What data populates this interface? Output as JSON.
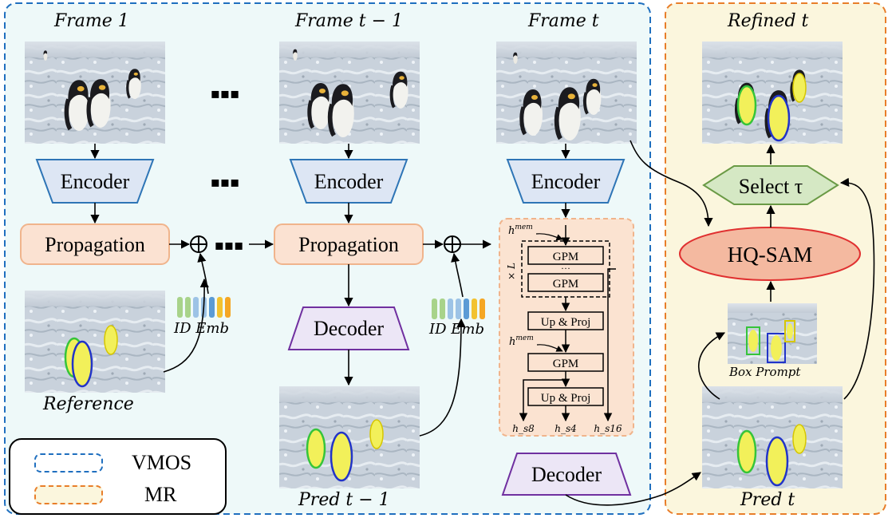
{
  "colors": {
    "vmos_border": "#1f6fbf",
    "vmos_fill": "#eef9f9",
    "mr_border": "#e87e2a",
    "mr_fill": "#fbf6dd",
    "encoder_fill": "#dde6f4",
    "encoder_stroke": "#2e75b6",
    "propagation_fill": "#fbe2d2",
    "propagation_stroke": "#f0b48c",
    "decoder_fill": "#ece6f6",
    "decoder_stroke": "#7030a0",
    "detail_fill": "#fbe3d1",
    "hqsam_fill": "#f4b9a0",
    "hqsam_stroke": "#e03030",
    "select_fill": "#d5e8c4",
    "select_stroke": "#6a9a45",
    "mask_yellow": "#f2f05a",
    "mask_green": "#36c43a",
    "mask_blue": "#2234c8",
    "id_emb": [
      "#a8d38a",
      "#a8d38a",
      "#9dc3e6",
      "#9dc3e6",
      "#5b9bd5",
      "#f2c230",
      "#f5a623"
    ]
  },
  "frame_labels": {
    "frame1": "Frame 1",
    "frame_t_minus_1": "Frame t − 1",
    "frame_t": "Frame t",
    "refined_t": "Refined t",
    "reference": "Reference",
    "pred_t_minus_1": "Pred t − 1",
    "pred_t": "Pred t",
    "box_prompt": "Box Prompt"
  },
  "blocks": {
    "encoder": "Encoder",
    "propagation": "Propagation",
    "decoder": "Decoder",
    "hqsam": "HQ-SAM",
    "select": "Select τ"
  },
  "ellipsis": "▪▪▪",
  "id_emb": "ID Emb",
  "detail": {
    "hmem": "h",
    "hmem_sup": "mem",
    "times_l": "× L",
    "gpm": "GPM",
    "dots": "···",
    "up_proj": "Up & Proj",
    "outputs": [
      "h_s8",
      "h_s4",
      "h_s16"
    ]
  },
  "legend": {
    "vmos": "VMOS",
    "mr": "MR"
  }
}
